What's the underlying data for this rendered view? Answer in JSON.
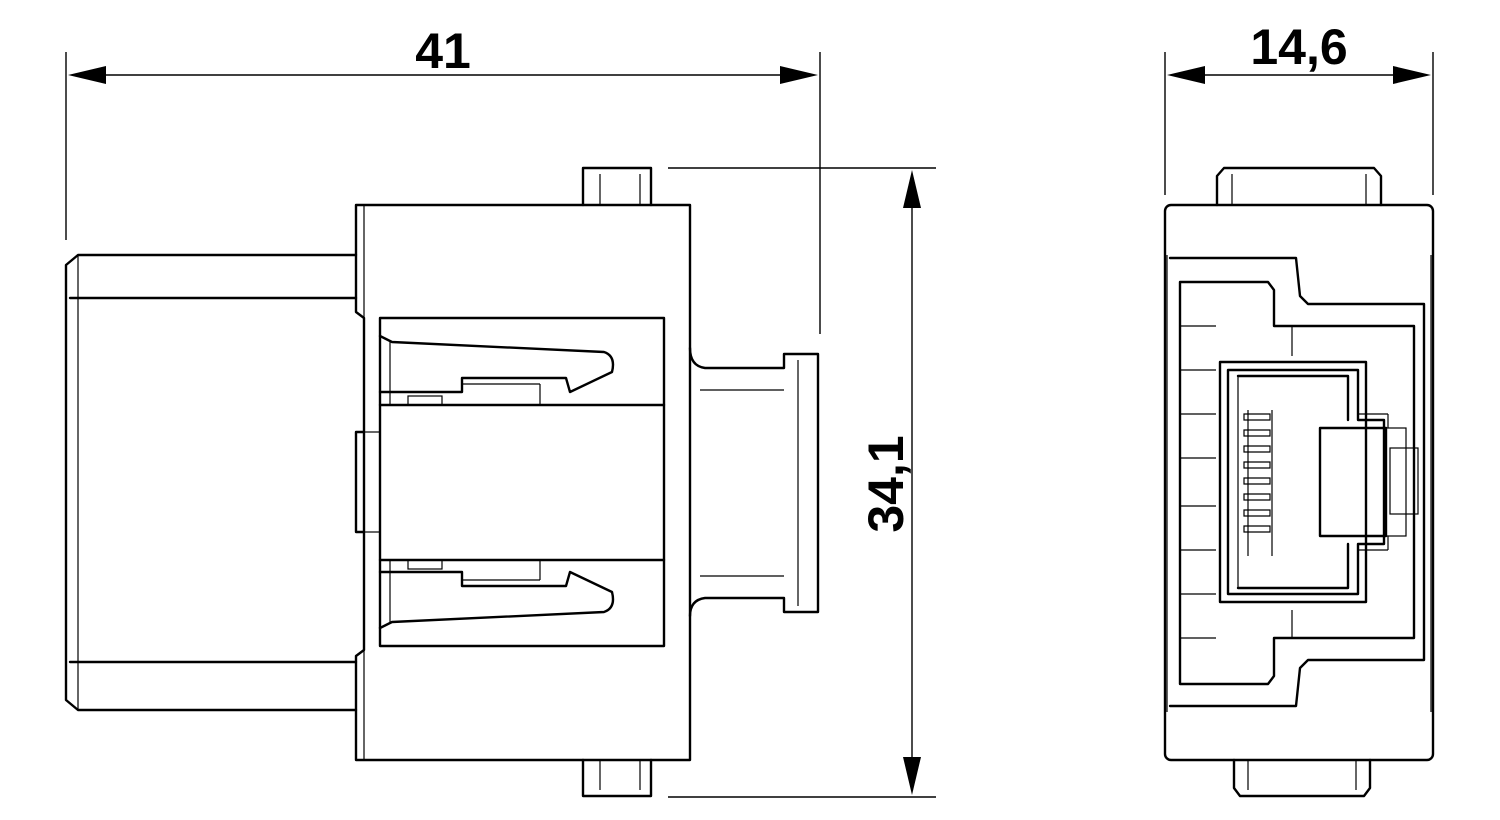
{
  "dimensions": {
    "width_side": "41",
    "height_side": "34,1",
    "width_front": "14,6"
  },
  "colors": {
    "line": "#000000",
    "background": "#ffffff"
  }
}
